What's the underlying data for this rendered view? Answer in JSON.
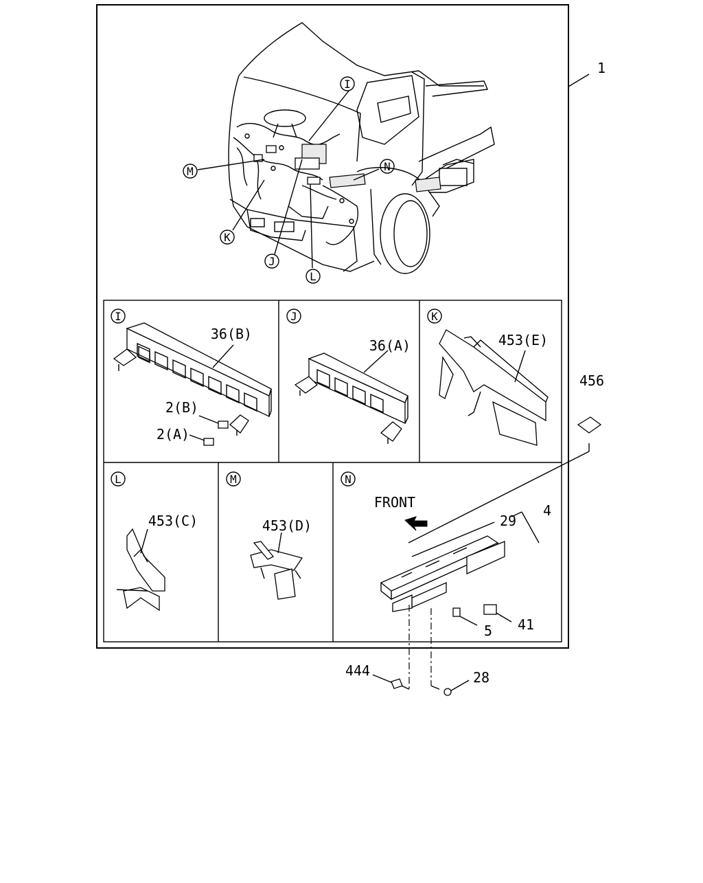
{
  "diagram": {
    "overview": {
      "part_number": "1",
      "callouts": [
        "I",
        "M",
        "N",
        "K",
        "J",
        "L"
      ]
    },
    "panels": {
      "I": {
        "letter": "I",
        "labels": [
          "36(B)",
          "2(B)",
          "2(A)"
        ]
      },
      "J": {
        "letter": "J",
        "labels": [
          "36(A)"
        ]
      },
      "K": {
        "letter": "K",
        "labels": [
          "453(E)"
        ]
      },
      "L": {
        "letter": "L",
        "labels": [
          "453(C)"
        ]
      },
      "M": {
        "letter": "M",
        "labels": [
          "453(D)"
        ]
      },
      "N": {
        "letter": "N",
        "labels": [
          "FRONT",
          "29",
          "4",
          "41",
          "5"
        ]
      }
    },
    "outside_parts": [
      "456",
      "444",
      "28"
    ]
  }
}
